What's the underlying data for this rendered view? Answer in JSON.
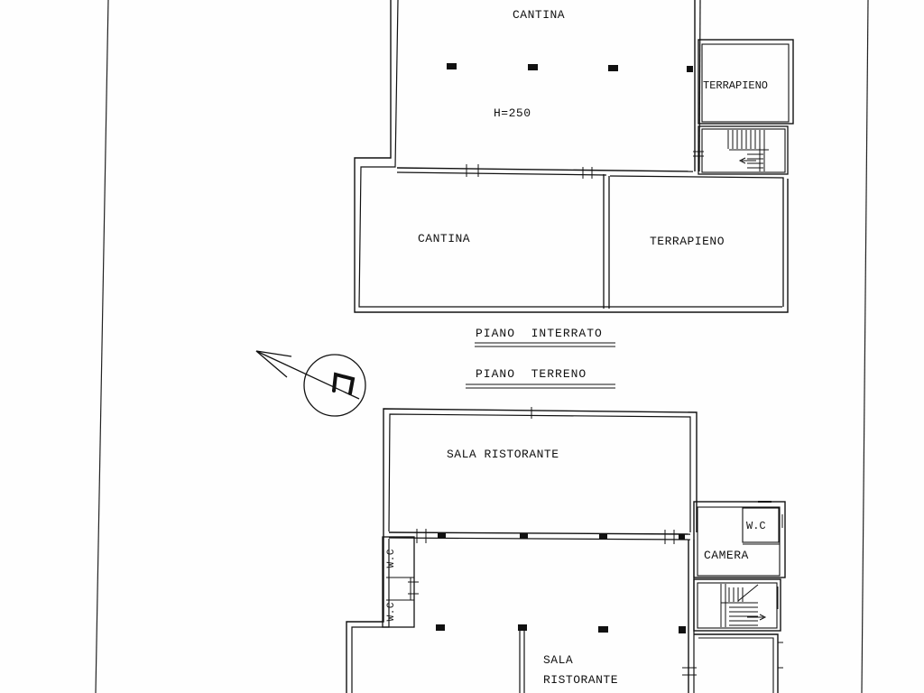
{
  "basement": {
    "title": "PIANO  INTERRATO",
    "rooms": {
      "cantina_top": "CANTINA",
      "height_note": "H=250",
      "terrapieno_small": "TERRAPIENO",
      "cantina_bottom": "CANTINA",
      "terrapieno_large": "TERRAPIENO"
    }
  },
  "ground_floor": {
    "title": "PIANO  TERRENO",
    "rooms": {
      "sala_top": "SALA RISTORANTE",
      "wc_right": "W.C",
      "camera": "CAMERA",
      "wc_left_1": "W.C",
      "wc_left_2": "W.C",
      "sala_bottom_1": "SALA",
      "sala_bottom_2": "RISTORANTE"
    }
  },
  "north_symbol": {
    "letter": "n",
    "icon": "north-arrow-icon"
  }
}
